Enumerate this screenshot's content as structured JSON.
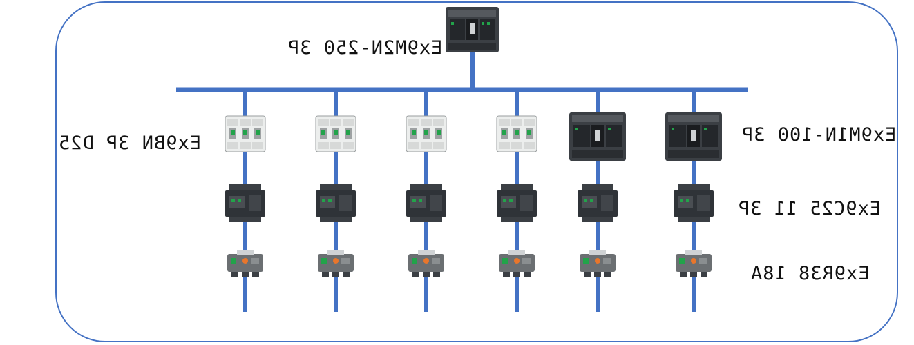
{
  "labels": {
    "main_breaker": "Ex9M2N-250 3P",
    "mcb": "Ex9BN 3P D25",
    "mccb": "Ex9M1N-100 3P",
    "contactor": "Ex9C25 11 3P",
    "relay": "Ex9R38 18A"
  },
  "colors": {
    "bus": "#4472c4",
    "frame": "#4472c4",
    "mccb_body": "#3b3f44",
    "mcb_body": "#eceeed",
    "contactor_body": "#2f3338",
    "relay_body": "#6b6f72",
    "accent_green": "#22a34a",
    "accent_orange": "#e8762c"
  },
  "feeders": [
    {
      "breaker": "mcb"
    },
    {
      "breaker": "mcb"
    },
    {
      "breaker": "mcb"
    },
    {
      "breaker": "mcb"
    },
    {
      "breaker": "mccb"
    },
    {
      "breaker": "mccb"
    }
  ]
}
